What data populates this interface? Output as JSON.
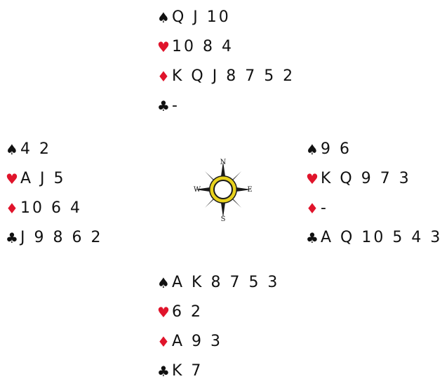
{
  "colors": {
    "red_suit": "#e0142b",
    "black_suit": "#111111",
    "compass_ring": "#e8d21e"
  },
  "suit_symbols": {
    "spades": "♠",
    "hearts": "♥",
    "diamonds": "♦",
    "clubs": "♣"
  },
  "compass": {
    "icon": "compass-rose-icon",
    "north": "N",
    "south": "S",
    "east": "E",
    "west": "W"
  },
  "hands": {
    "north": {
      "spades": "Q J 10",
      "hearts": "10 8 4",
      "diamonds": "K Q J 8 7 5 2",
      "clubs": "-"
    },
    "west": {
      "spades": "4 2",
      "hearts": "A J 5",
      "diamonds": "10 6 4",
      "clubs": "J 9 8 6 2"
    },
    "east": {
      "spades": "9 6",
      "hearts": "K Q 9 7 3",
      "diamonds": "-",
      "clubs": "A Q 10 5 4 3"
    },
    "south": {
      "spades": "A K 8 7 5 3",
      "hearts": "6 2",
      "diamonds": "A 9 3",
      "clubs": "K 7"
    }
  }
}
